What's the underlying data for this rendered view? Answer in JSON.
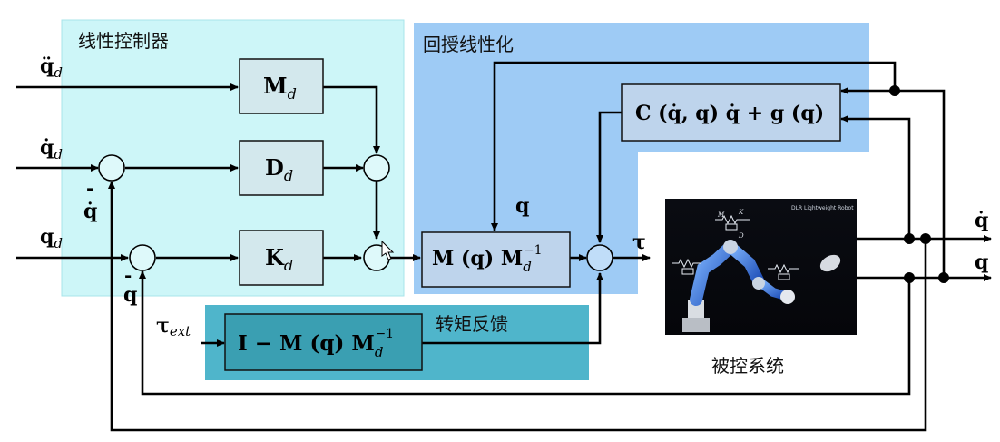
{
  "regions": {
    "linear_controller": "线性控制器",
    "feedback_linearization": "回授线性化",
    "torque_feedback": "转矩反馈",
    "controlled_system": "被控系统"
  },
  "blocks": {
    "Md_main": "M",
    "Md_sub": "d",
    "Dd_main": "D",
    "Dd_sub": "d",
    "Kd_main": "K",
    "Kd_sub": "d",
    "MqMd_main": "M (q) M",
    "MqMd_sub": "d",
    "MqMd_sup": "−1",
    "C_term": "C (q̇, q) q̇ + g (q)",
    "torque_main": "I − M (q) M",
    "torque_sub": "d",
    "torque_sup": "−1"
  },
  "signals": {
    "qdd_d_main": "q̈",
    "qdd_d_sub": "d",
    "qd_d_main": "q̇",
    "qd_d_sub": "d",
    "q_d_main": "q",
    "q_d_sub": "d",
    "minus_qdot": "-",
    "qdot_fb": "q̇",
    "minus_q": "-",
    "q_fb": "q",
    "q_label": "q",
    "tau": "τ",
    "tau_ext_main": "τ",
    "tau_ext_sub": "ext",
    "out_qdot": "q̇",
    "out_q": "q"
  },
  "robot_image": {
    "caption_text": "DLR Lightweight Robot",
    "spring_label_K": "K",
    "damper_label_D": "D",
    "mass_label_M": "M"
  },
  "colors": {
    "linear_controller_bg": "#cdf6f8",
    "feedback_linearization_bg": "#9ecbf5",
    "torque_feedback_bg": "#4fb5cb",
    "torque_block_fill": "#3a9fb2"
  }
}
